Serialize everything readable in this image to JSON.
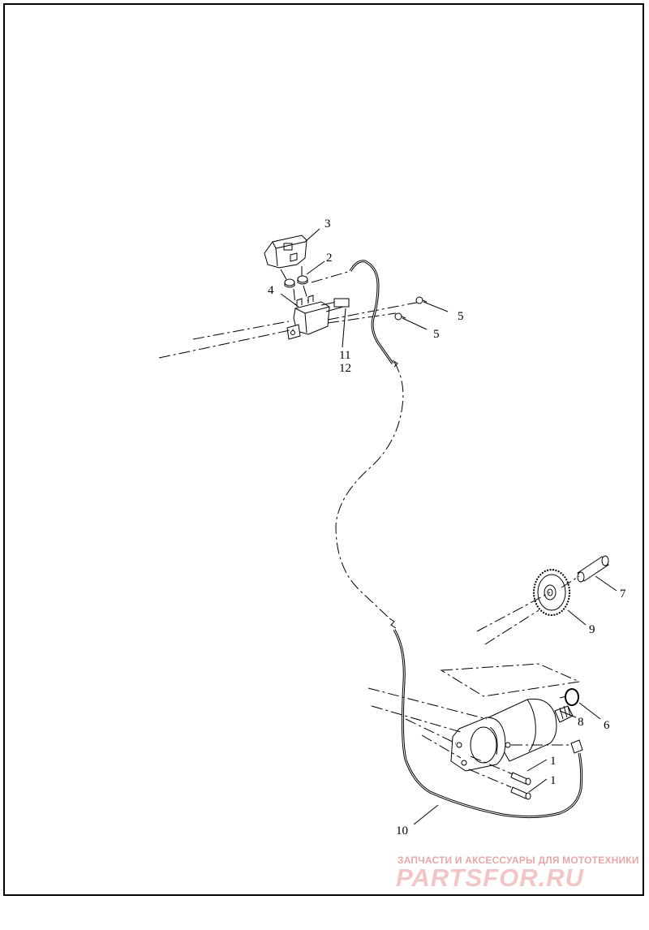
{
  "callouts": [
    {
      "id": "c1a",
      "text": "1"
    },
    {
      "id": "c1b",
      "text": "1"
    },
    {
      "id": "c2",
      "text": "2"
    },
    {
      "id": "c3",
      "text": "3"
    },
    {
      "id": "c4",
      "text": "4"
    },
    {
      "id": "c5a",
      "text": "5"
    },
    {
      "id": "c5b",
      "text": "5"
    },
    {
      "id": "c6",
      "text": "6"
    },
    {
      "id": "c7",
      "text": "7"
    },
    {
      "id": "c8",
      "text": "8"
    },
    {
      "id": "c9",
      "text": "9"
    },
    {
      "id": "c10",
      "text": "10"
    },
    {
      "id": "c11",
      "text": "11"
    },
    {
      "id": "c12",
      "text": "12"
    }
  ],
  "watermark": {
    "tagline": "ЗАПЧАСТИ И АКСЕССУАРЫ ДЛЯ МОТОТЕХНИКИ",
    "logo": "PARTSFOR.RU"
  }
}
